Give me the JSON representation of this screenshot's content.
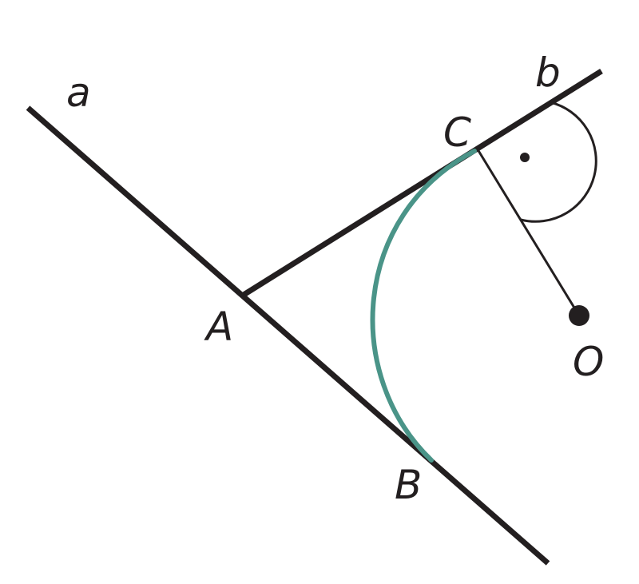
{
  "labels": {
    "a": "a",
    "b": "b",
    "A": "A",
    "B": "B",
    "C": "C",
    "O": "O"
  },
  "colors": {
    "line": "#231f20",
    "arc": "#4a9488",
    "background": "#ffffff"
  }
}
